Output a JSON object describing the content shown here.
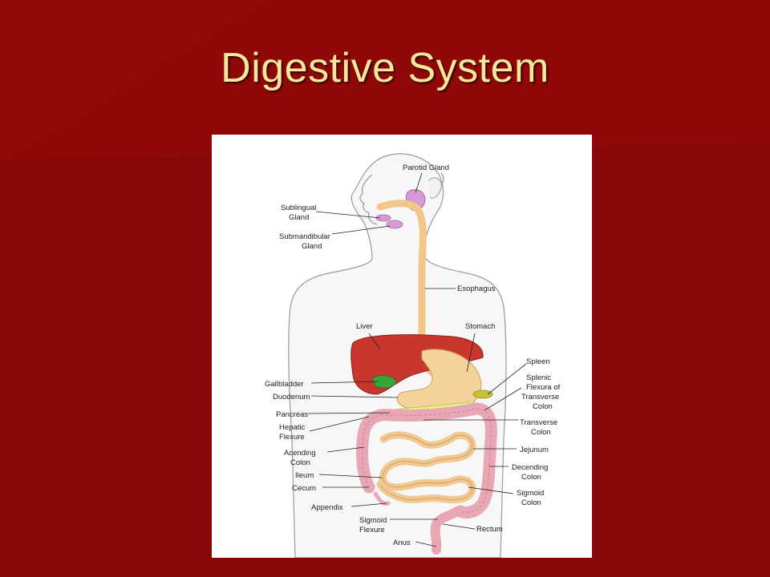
{
  "slide": {
    "title": "Digestive System"
  },
  "colors": {
    "background": "#8a0a0a",
    "title_text": "#f6e79c",
    "figure_background": "#ffffff"
  },
  "diagram": {
    "labels": {
      "parotid_gland": "Parotid Gland",
      "sublingual_1": "Sublingual",
      "sublingual_2": "Gland",
      "submandibular_1": "Submandibular",
      "submandibular_2": "Gland",
      "esophagus": "Esophagus",
      "liver": "Liver",
      "stomach": "Stomach",
      "spleen": "Spleen",
      "splenic_1": "Splenic",
      "splenic_2": "Flexura of",
      "splenic_3": "Transverse",
      "splenic_4": "Colon",
      "gallbladder": "Gallbladder",
      "duodenum": "Duodenum",
      "pancreas": "Pancreas",
      "hepatic_1": "Hepatic",
      "hepatic_2": "Flexure",
      "transverse_1": "Transverse",
      "transverse_2": "Colon",
      "jejunum": "Jejunum",
      "acending_1": "Acending",
      "acending_2": "Colon",
      "decending_1": "Decending",
      "decending_2": "Colon",
      "ileum": "Ileum",
      "cecum": "Cecum",
      "sigmoid_colon_1": "Sigmoid",
      "sigmoid_colon_2": "Colon",
      "appendix": "Appendix",
      "sigmoid_flexure_1": "Sigmoid",
      "sigmoid_flexure_2": "Flexure",
      "rectum": "Rectum",
      "anus": "Anus"
    }
  }
}
